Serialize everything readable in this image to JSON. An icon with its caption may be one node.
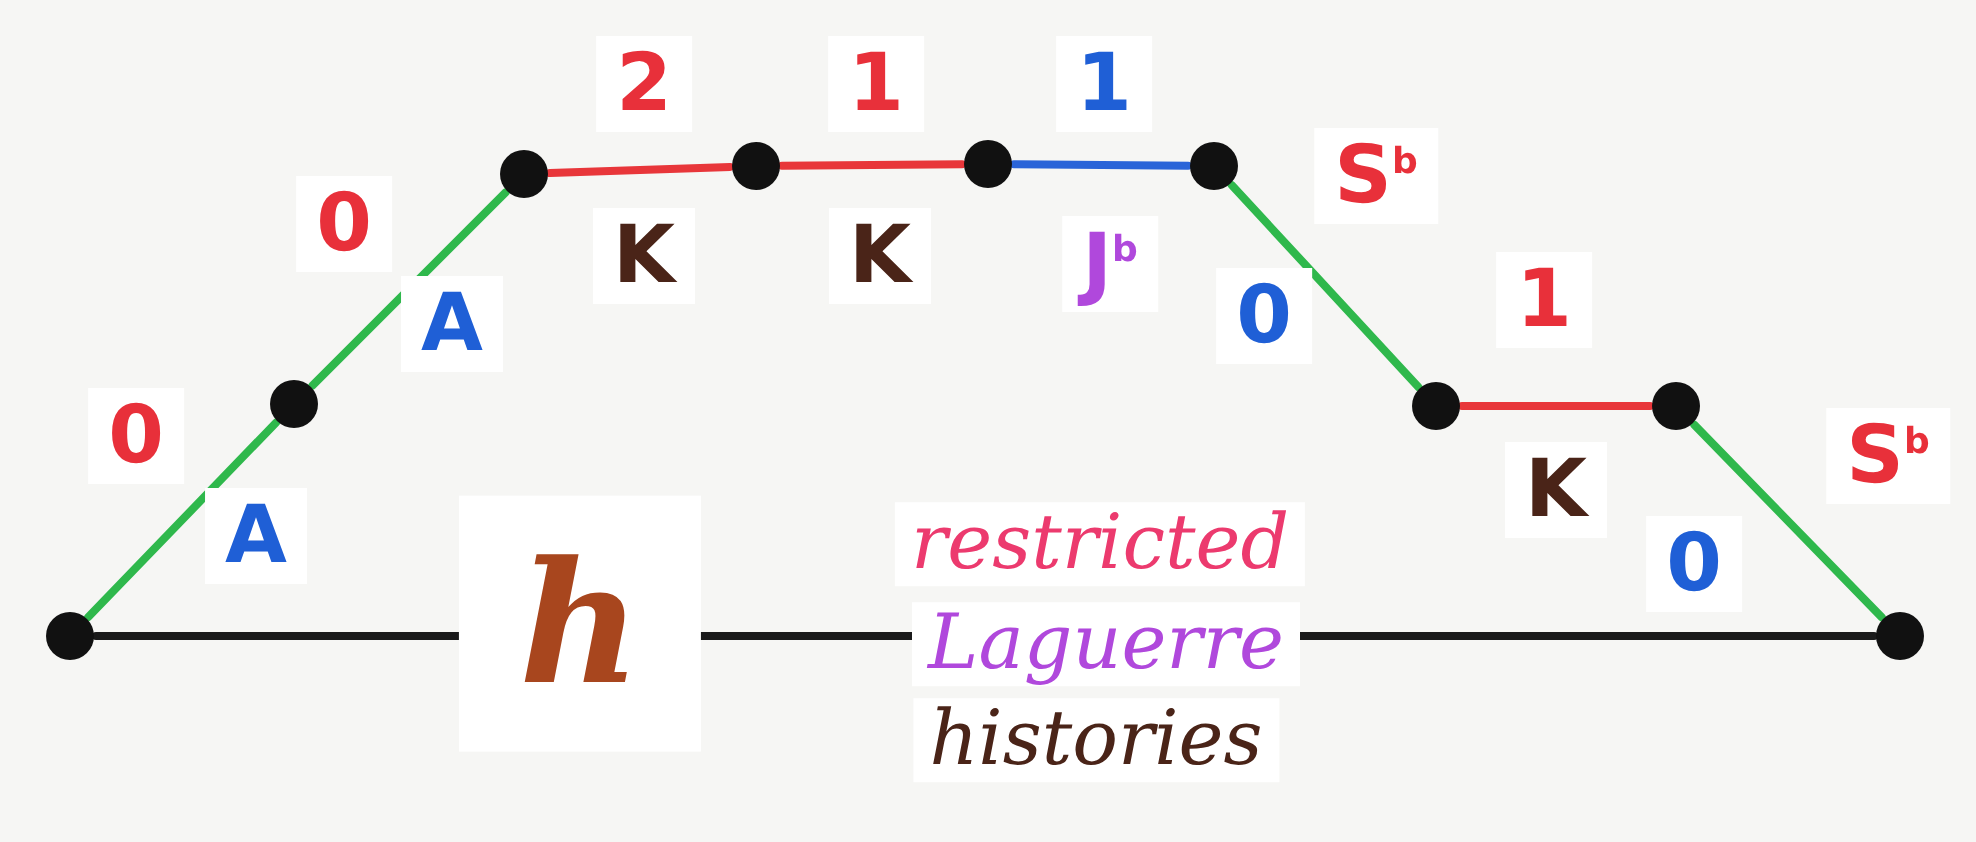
{
  "diagram": {
    "nodes": [
      {
        "text": [],
        "shape": "circle"
      },
      {
        "text": [],
        "shape": "circle"
      },
      {
        "text": [],
        "shape": "circle"
      },
      {
        "text": [],
        "shape": "circle"
      },
      {
        "text": [],
        "shape": "circle"
      },
      {
        "text": [],
        "shape": "circle"
      },
      {
        "text": [],
        "shape": "circle"
      },
      {
        "text": [],
        "shape": "circle"
      },
      {
        "text": [],
        "shape": "circle"
      }
    ],
    "edges": [
      {
        "from": 0,
        "to": 1,
        "arrow": "none",
        "color": "#2fb84c"
      },
      {
        "from": 1,
        "to": 2,
        "arrow": "none",
        "color": "#2fb84c"
      },
      {
        "from": 2,
        "to": 3,
        "arrow": "none",
        "color": "#e8363a"
      },
      {
        "from": 3,
        "to": 4,
        "arrow": "none",
        "color": "#e8363a"
      },
      {
        "from": 4,
        "to": 5,
        "arrow": "none",
        "color": "#2a64d8"
      },
      {
        "from": 5,
        "to": 6,
        "arrow": "none",
        "color": "#2fb84c"
      },
      {
        "from": 6,
        "to": 7,
        "arrow": "none",
        "color": "#e8363a"
      },
      {
        "from": 7,
        "to": 8,
        "arrow": "none",
        "color": "#2fb84c"
      },
      {
        "from": 0,
        "to": 8,
        "arrow": "none",
        "color": "#1a1a1a"
      }
    ],
    "labels": [
      "0",
      "A",
      "0",
      "A",
      "2",
      "K",
      "1",
      "K",
      "1",
      "J$^{b}$",
      "S$^{b}$",
      "0",
      "1",
      "K",
      "S$^{b}$",
      "0",
      "h",
      "restricted",
      "Laguerre",
      "histories"
    ]
  }
}
